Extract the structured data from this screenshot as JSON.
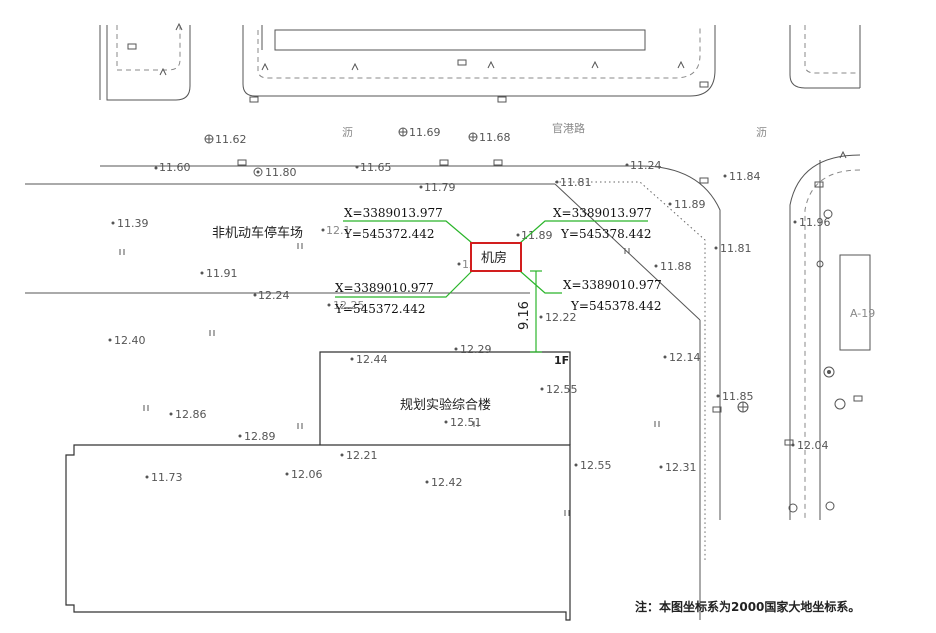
{
  "labels": {
    "parking": "非机动车停车场",
    "machine_room": "机房",
    "building": "规划实验综合楼",
    "floor": "1F",
    "distance": "9.16",
    "road_name": "官港路",
    "note": "注：本图坐标系为2000国家大地坐标系。",
    "side_label_left": "沥",
    "side_label_right": "沥",
    "a19": "A-19"
  },
  "coordinates": [
    {
      "x": "X=3389013.977",
      "y": "Y=545372.442"
    },
    {
      "x": "X=3389013.977",
      "y": "Y=545378.442"
    },
    {
      "x": "X=3389010.977",
      "y": "Y=545372.442"
    },
    {
      "x": "X=3389010.977",
      "y": "Y=545378.442"
    }
  ],
  "elevations": [
    "11.62",
    "11.69",
    "11.68",
    "11.60",
    "11.80",
    "11.65",
    "11.24",
    "11.84",
    "11.79",
    "11.81",
    "11.89",
    "11.39",
    "12.1",
    "11.89",
    "11.96",
    "11.81",
    "12.05",
    "11.91",
    "11.88",
    "12.24",
    "12.25",
    "12.22",
    "12.40",
    "12.44",
    "12.29",
    "12.14",
    "12.55",
    "11.85",
    "12.86",
    "12.89",
    "12.51",
    "12.04",
    "12.21",
    "12.55",
    "12.31",
    "11.73",
    "12.06",
    "12.42"
  ]
}
